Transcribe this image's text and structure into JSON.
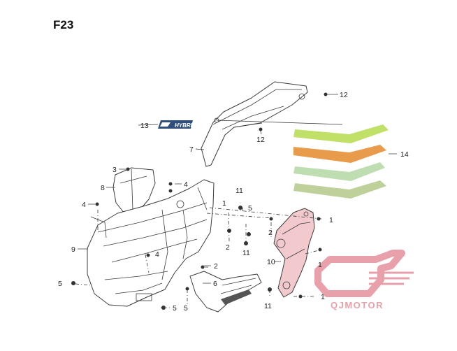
{
  "diagram": {
    "code": "F23",
    "callouts": [
      {
        "id": "c12a",
        "text": "12"
      },
      {
        "id": "c13",
        "text": "13"
      },
      {
        "id": "c12b",
        "text": "12"
      },
      {
        "id": "c7",
        "text": "7"
      },
      {
        "id": "c14",
        "text": "14"
      },
      {
        "id": "c3",
        "text": "3"
      },
      {
        "id": "c4a",
        "text": "4"
      },
      {
        "id": "c8",
        "text": "8"
      },
      {
        "id": "c4b",
        "text": "4"
      },
      {
        "id": "c11a",
        "text": "11"
      },
      {
        "id": "c1a",
        "text": "1"
      },
      {
        "id": "c5a",
        "text": "5"
      },
      {
        "id": "c1b",
        "text": "1"
      },
      {
        "id": "c2a",
        "text": "2"
      },
      {
        "id": "c2b",
        "text": "2"
      },
      {
        "id": "c11b",
        "text": "11"
      },
      {
        "id": "c9",
        "text": "9"
      },
      {
        "id": "c4c",
        "text": "4"
      },
      {
        "id": "c10",
        "text": "10"
      },
      {
        "id": "c1c",
        "text": "1"
      },
      {
        "id": "c2c",
        "text": "2"
      },
      {
        "id": "c5b",
        "text": "5"
      },
      {
        "id": "c6",
        "text": "6"
      },
      {
        "id": "c1d",
        "text": "1"
      },
      {
        "id": "c5c",
        "text": "5"
      },
      {
        "id": "c5d",
        "text": "5"
      },
      {
        "id": "c11c",
        "text": "11"
      }
    ],
    "emblem_text": "HYBRID",
    "watermark": {
      "text": "QJMOTOR",
      "color": "#e8a1aa"
    },
    "highlight_color": "#f2c9cc",
    "stripe_colors": [
      "#b6da4e",
      "#e48a2c",
      "#b3d7a2",
      "#b3c98a"
    ]
  }
}
